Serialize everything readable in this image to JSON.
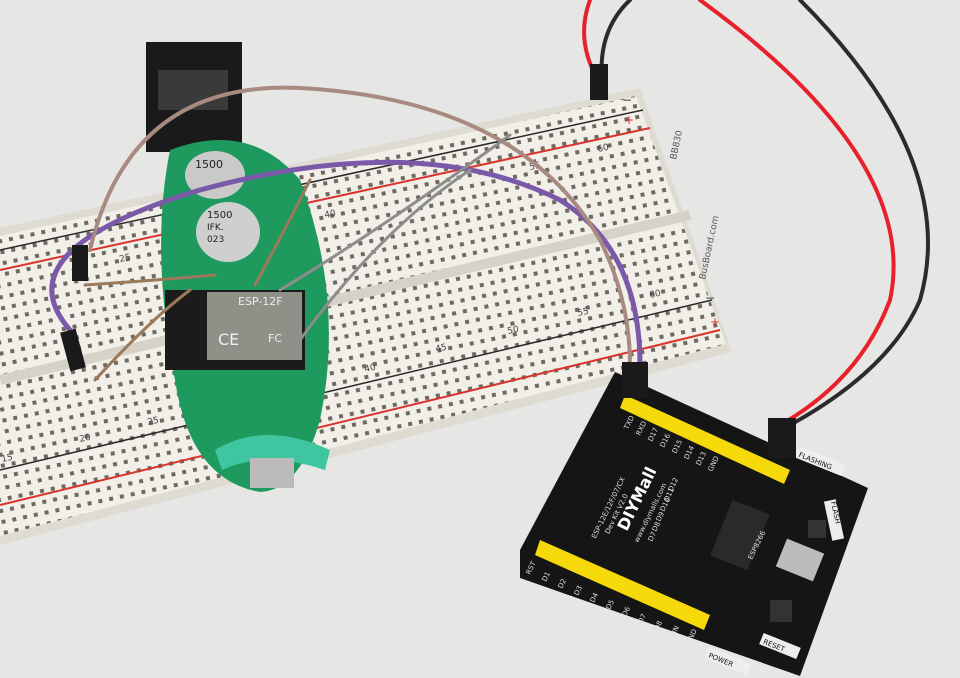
{
  "breadboard": {
    "model": "BB830",
    "brand": "BusBoard.com",
    "column_numbers_top": [
      "25",
      "40",
      "55",
      "60"
    ],
    "column_numbers_bottom": [
      "15",
      "20",
      "25",
      "40",
      "45",
      "50",
      "55",
      "60"
    ],
    "rail_minus": "−",
    "rail_plus": "+",
    "colors": {
      "body": "#f1efe8",
      "red_rail": "#d9342b",
      "black_rail": "#2a2a2a"
    }
  },
  "carrier_board": {
    "module_label": "ESP-12F",
    "capacitor_top": "1500",
    "capacitor_bottom_lines": [
      "1500",
      "IFK.",
      "023"
    ],
    "certification_marks": [
      "CE",
      "FC"
    ],
    "color": "#1f9a5e"
  },
  "dev_kit": {
    "brand": "DIYMall",
    "url": "www.diymalls.com",
    "model_lines": [
      "ESP-12E/12F/07/CX",
      "Dev Kit V2.0"
    ],
    "pin_labels_top": [
      "TXD",
      "RXD",
      "D17",
      "D16",
      "D15",
      "D14",
      "D13",
      "GND"
    ],
    "pin_labels_bottom": [
      "RST",
      "D1",
      "D2",
      "D3",
      "D4",
      "D5",
      "D6",
      "D7",
      "D8",
      "VIN",
      "GND"
    ],
    "inner_labels": [
      "D12",
      "D11",
      "D10",
      "D9",
      "D8",
      "D7"
    ],
    "socket_label": "ESP8266",
    "buttons": [
      "FLASHING",
      "FLASH",
      "RESET",
      "POWER"
    ],
    "color": "#151515",
    "header_color": "#f5d90a"
  },
  "wires": {
    "colors": {
      "red": "#e8202a",
      "black": "#2b2b2b",
      "purple": "#7a5aa8",
      "brown": "#a88a80",
      "gray": "#8d8d8d",
      "copper": "#9a7a5a"
    }
  }
}
